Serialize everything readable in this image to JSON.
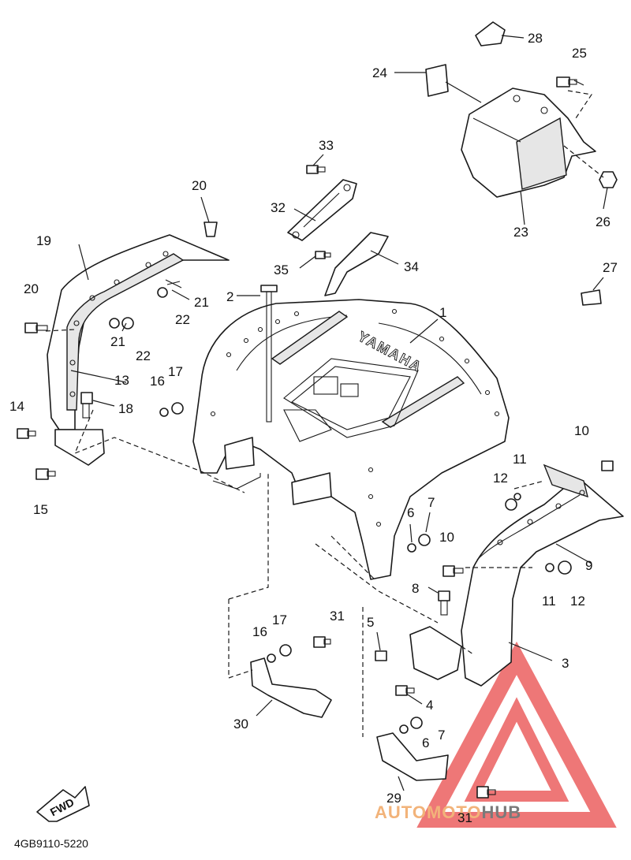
{
  "diagram_code": "4GB9110-5220",
  "fwd_label": "FWD",
  "emboss_text": "YAMAHA",
  "watermark": {
    "part1": "AUTO",
    "part2": "MOTO",
    "part3": "HUB",
    "color_orange": "#f2b37a",
    "color_gray": "#7a7a7a",
    "color_red": "#e84a4a"
  },
  "callouts": [
    {
      "id": "c1",
      "text": "1"
    },
    {
      "id": "c2",
      "text": "2"
    },
    {
      "id": "c3",
      "text": "3"
    },
    {
      "id": "c4",
      "text": "4"
    },
    {
      "id": "c5",
      "text": "5"
    },
    {
      "id": "c6a",
      "text": "6"
    },
    {
      "id": "c6b",
      "text": "6"
    },
    {
      "id": "c7a",
      "text": "7"
    },
    {
      "id": "c7b",
      "text": "7"
    },
    {
      "id": "c8",
      "text": "8"
    },
    {
      "id": "c9",
      "text": "9"
    },
    {
      "id": "c10a",
      "text": "10"
    },
    {
      "id": "c10b",
      "text": "10"
    },
    {
      "id": "c11a",
      "text": "11"
    },
    {
      "id": "c11b",
      "text": "11"
    },
    {
      "id": "c12a",
      "text": "12"
    },
    {
      "id": "c12b",
      "text": "12"
    },
    {
      "id": "c13",
      "text": "13"
    },
    {
      "id": "c14",
      "text": "14"
    },
    {
      "id": "c15",
      "text": "15"
    },
    {
      "id": "c16a",
      "text": "16"
    },
    {
      "id": "c16b",
      "text": "16"
    },
    {
      "id": "c17a",
      "text": "17"
    },
    {
      "id": "c17b",
      "text": "17"
    },
    {
      "id": "c18",
      "text": "18"
    },
    {
      "id": "c19",
      "text": "19"
    },
    {
      "id": "c20a",
      "text": "20"
    },
    {
      "id": "c20b",
      "text": "20"
    },
    {
      "id": "c21a",
      "text": "21"
    },
    {
      "id": "c21b",
      "text": "21"
    },
    {
      "id": "c22a",
      "text": "22"
    },
    {
      "id": "c22b",
      "text": "22"
    },
    {
      "id": "c23",
      "text": "23"
    },
    {
      "id": "c24",
      "text": "24"
    },
    {
      "id": "c25",
      "text": "25"
    },
    {
      "id": "c26",
      "text": "26"
    },
    {
      "id": "c27",
      "text": "27"
    },
    {
      "id": "c28",
      "text": "28"
    },
    {
      "id": "c29",
      "text": "29"
    },
    {
      "id": "c30",
      "text": "30"
    },
    {
      "id": "c31a",
      "text": "31"
    },
    {
      "id": "c31b",
      "text": "31"
    },
    {
      "id": "c32",
      "text": "32"
    },
    {
      "id": "c33",
      "text": "33"
    },
    {
      "id": "c34",
      "text": "34"
    },
    {
      "id": "c35",
      "text": "35"
    }
  ]
}
